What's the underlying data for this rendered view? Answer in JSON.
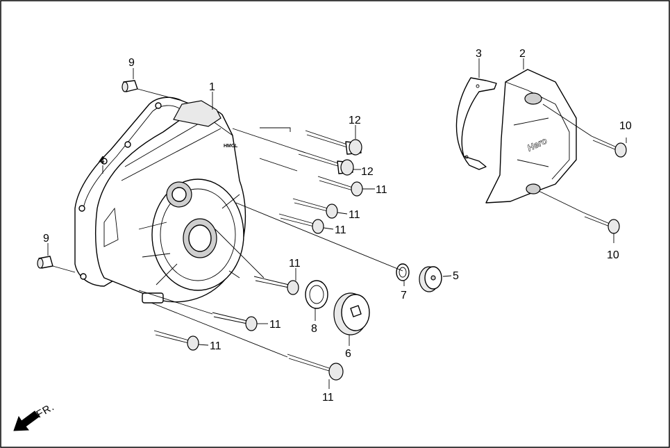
{
  "callouts": {
    "c1": "1",
    "c2": "2",
    "c3": "3",
    "c4": "4",
    "c5": "5",
    "c6": "6",
    "c7": "7",
    "c8": "8",
    "c9a": "9",
    "c9b": "9",
    "c10a": "10",
    "c10b": "10",
    "c11a": "11",
    "c11b": "11",
    "c11c": "11",
    "c11d": "11",
    "c11e": "11",
    "c11f": "11",
    "c11g": "11",
    "c12a": "12",
    "c12b": "12"
  },
  "direction_indicator": "FR.",
  "cover_logo": "Hero",
  "icons": {
    "front_arrow": "arrow-down-left-icon"
  }
}
